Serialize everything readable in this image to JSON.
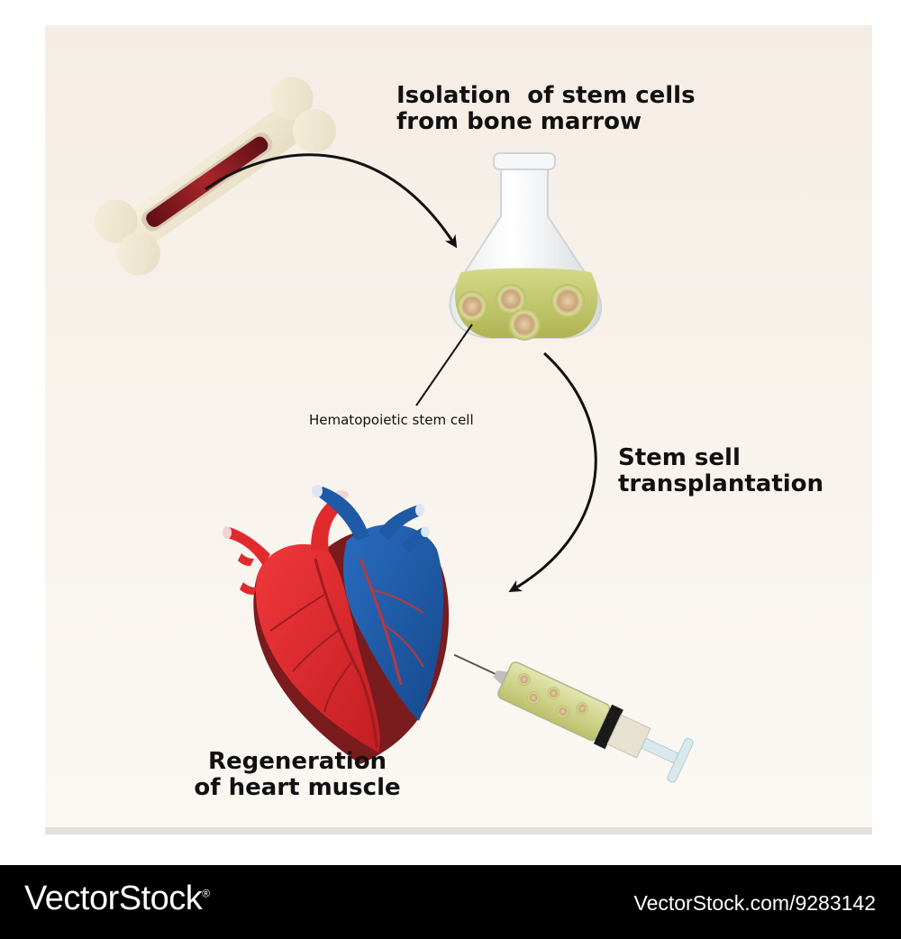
{
  "diagram": {
    "isolation_line1": "Isolation  of stem cells",
    "isolation_line2": "from bone marrow",
    "hsc_label": "Hematopoietic stem cell",
    "transplant_line1": "Stem sell",
    "transplant_line2": "transplantation",
    "regen_line1": "Regeneration",
    "regen_line2": "of heart muscle"
  },
  "footer": {
    "brand": "VectorStock",
    "brand_mark": "®",
    "url": "VectorStock.com/9283142"
  },
  "colors": {
    "paper": "#f7f1ea",
    "bone": "#f1ead6",
    "marrow": "#8b1e22",
    "fluid": "#c9cf7a",
    "artery_red": "#e02a2e",
    "vein_blue": "#1f5aa6",
    "heart_dark": "#7a1b1e"
  },
  "icons": [
    "bone-icon",
    "flask-icon",
    "heart-icon",
    "syringe-icon"
  ]
}
